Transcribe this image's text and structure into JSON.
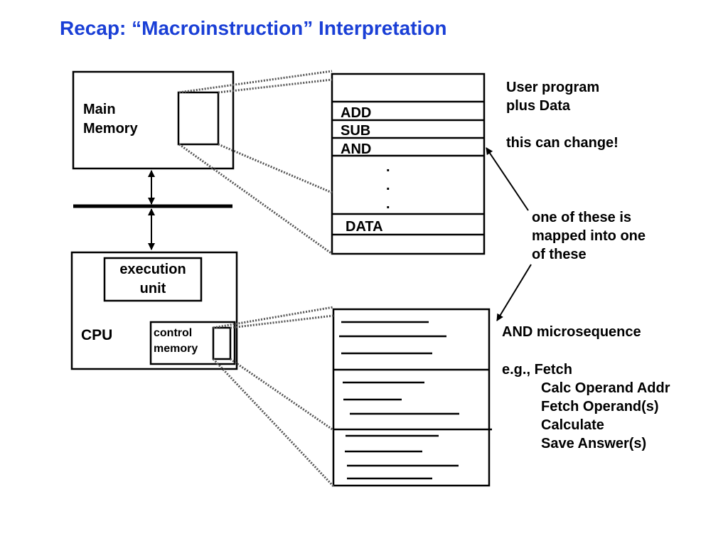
{
  "title": {
    "text": "Recap: “Macroinstruction” Interpretation",
    "color": "#1a3fd6"
  },
  "main_memory": {
    "line1": "Main",
    "line2": "Memory"
  },
  "cpu": {
    "label": "CPU"
  },
  "execution_unit": {
    "line1": "execution",
    "line2": "unit"
  },
  "control_memory": {
    "line1": "control",
    "line2": "memory"
  },
  "program_memory": {
    "rows": [
      "ADD",
      "SUB",
      "AND"
    ],
    "dots": [
      ".",
      ".",
      "."
    ],
    "data_label": "DATA"
  },
  "notes": {
    "user_program": [
      "User program",
      "plus Data"
    ],
    "change_note": "this can change!",
    "mapping_note": [
      "one of these is",
      "mapped into one",
      "of these"
    ],
    "microsequence_title": "AND microsequence",
    "example_lines": [
      "e.g., Fetch",
      "Calc Operand Addr",
      "Fetch Operand(s)",
      "Calculate",
      "Save Answer(s)"
    ]
  }
}
